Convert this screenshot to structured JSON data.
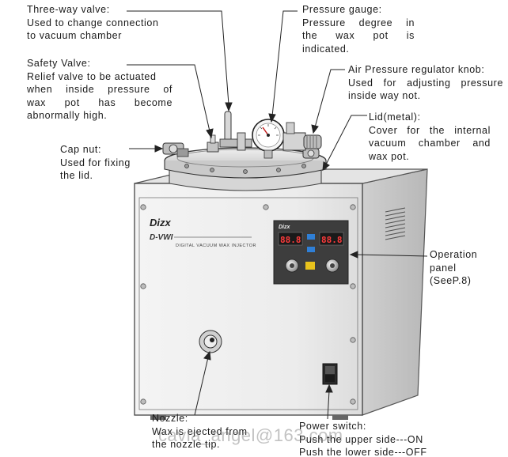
{
  "callouts": {
    "three_way_valve": {
      "title": "Three-way valve:",
      "lines": [
        "Used to change connection",
        "to vacuum chamber"
      ]
    },
    "pressure_gauge": {
      "title": "Pressure gauge:",
      "lines": [
        "Pressure degree in",
        "the wax pot is",
        "indicated."
      ]
    },
    "safety_valve": {
      "title": "Safety Valve:",
      "lines": [
        "Relief valve to be actuated",
        "when inside pressure of",
        "wax pot has become",
        "abnormally high."
      ]
    },
    "air_regulator": {
      "title": "Air Pressure regulator knob:",
      "lines": [
        "Used for adjusting pressure",
        "inside way not."
      ]
    },
    "lid": {
      "title": "Lid(metal):",
      "lines": [
        "Cover for the internal",
        "vacuum chamber and",
        "wax pot."
      ]
    },
    "cap_nut": {
      "title": "Cap nut:",
      "lines": [
        "Used for fixing",
        "the lid."
      ]
    },
    "operation_panel": {
      "lines": [
        "Operation",
        "panel",
        "(SeeP.8)"
      ]
    },
    "nozzle": {
      "title": "Nozzle:",
      "lines": [
        "Wax is ejected from",
        "the nozzle tip."
      ]
    },
    "power_switch": {
      "title": "Power switch:",
      "lines": [
        "Push the upper side---ON",
        "Push the lower side---OFF"
      ]
    }
  },
  "machine": {
    "brand": "Dizx",
    "model": "D-VWI",
    "product_name": "DIGITAL VACUUM WAX INJECTOR",
    "panel_brand": "Dizx",
    "display_left": "88.8",
    "display_right": "88.8"
  },
  "watermark": "cavia_angel@163.com"
}
